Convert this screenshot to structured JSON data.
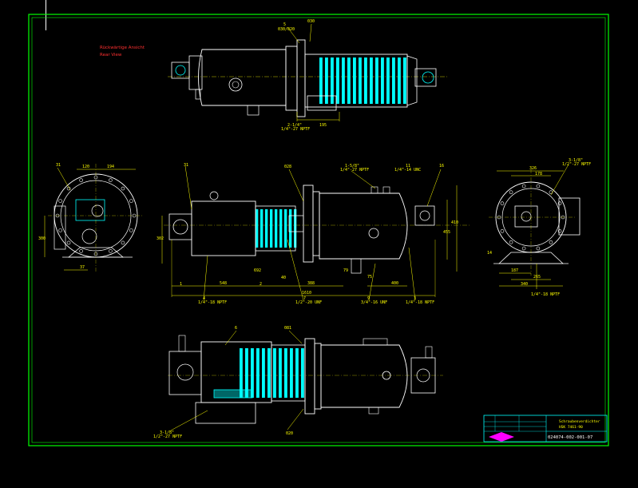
{
  "view_labels": {
    "rear_de": "Rückwärtige Ansicht",
    "rear_en": "Rear View"
  },
  "title_block": {
    "title1": "Schraubenverdichter",
    "title2": "HSK 7461-90",
    "drawing_number": "024074-002-001-07"
  },
  "dims_top": {
    "pos5": "5",
    "pos5b": "030/020",
    "pos_top2": "030",
    "d_bottom1": "2-1/4\"",
    "d_bottom2": "1/4\"-27 NPTF",
    "d_right": "195"
  },
  "dims_left": {
    "a": "31",
    "b": "120",
    "c": "194",
    "d": "37",
    "e": "300"
  },
  "dims_center": {
    "p31": "31",
    "p028": "028",
    "p1_3": "1-5/8\"",
    "p1_3b": "1/4\"-27 NPTF",
    "p11": "11",
    "p11b": "1/4\"-14 UNC",
    "p16": "16",
    "h1": "302",
    "h2": "455",
    "h3": "410",
    "w548": "548",
    "w388": "388",
    "w400": "400",
    "w1610": "1610",
    "w75": "75",
    "w79": "79",
    "w40": "40",
    "w692": "692",
    "w1": "1",
    "w2": "2",
    "l4": "4",
    "l4b": "1/4\"-18 NPTF",
    "l7": "7",
    "l7b": "1/2\"-20 UNF",
    "l9": "9",
    "l9b": "3/4\"-16 UNF",
    "l3": "3",
    "l3b": "1/4\"-18 NPTF"
  },
  "dims_right": {
    "p": "3-1/8\"",
    "pb": "1/2\"-27 NPTF",
    "w1": "326",
    "w2": "178",
    "b1": "187",
    "b2": "265",
    "b3": "340",
    "l1": "14",
    "bot": "1/4\"-18 NPTF"
  },
  "dims_bottom": {
    "p6": "6",
    "p081": "081",
    "p020": "020",
    "pl": "3-1/8\"",
    "plb": "1/2\"-27 NPTF"
  },
  "colors": {
    "frame": "#00ff00",
    "outline": "#ffffff",
    "fins": "#00ffff",
    "dims": "#ffff00",
    "labels": "#ff3030",
    "logo": "#ff00ff"
  }
}
